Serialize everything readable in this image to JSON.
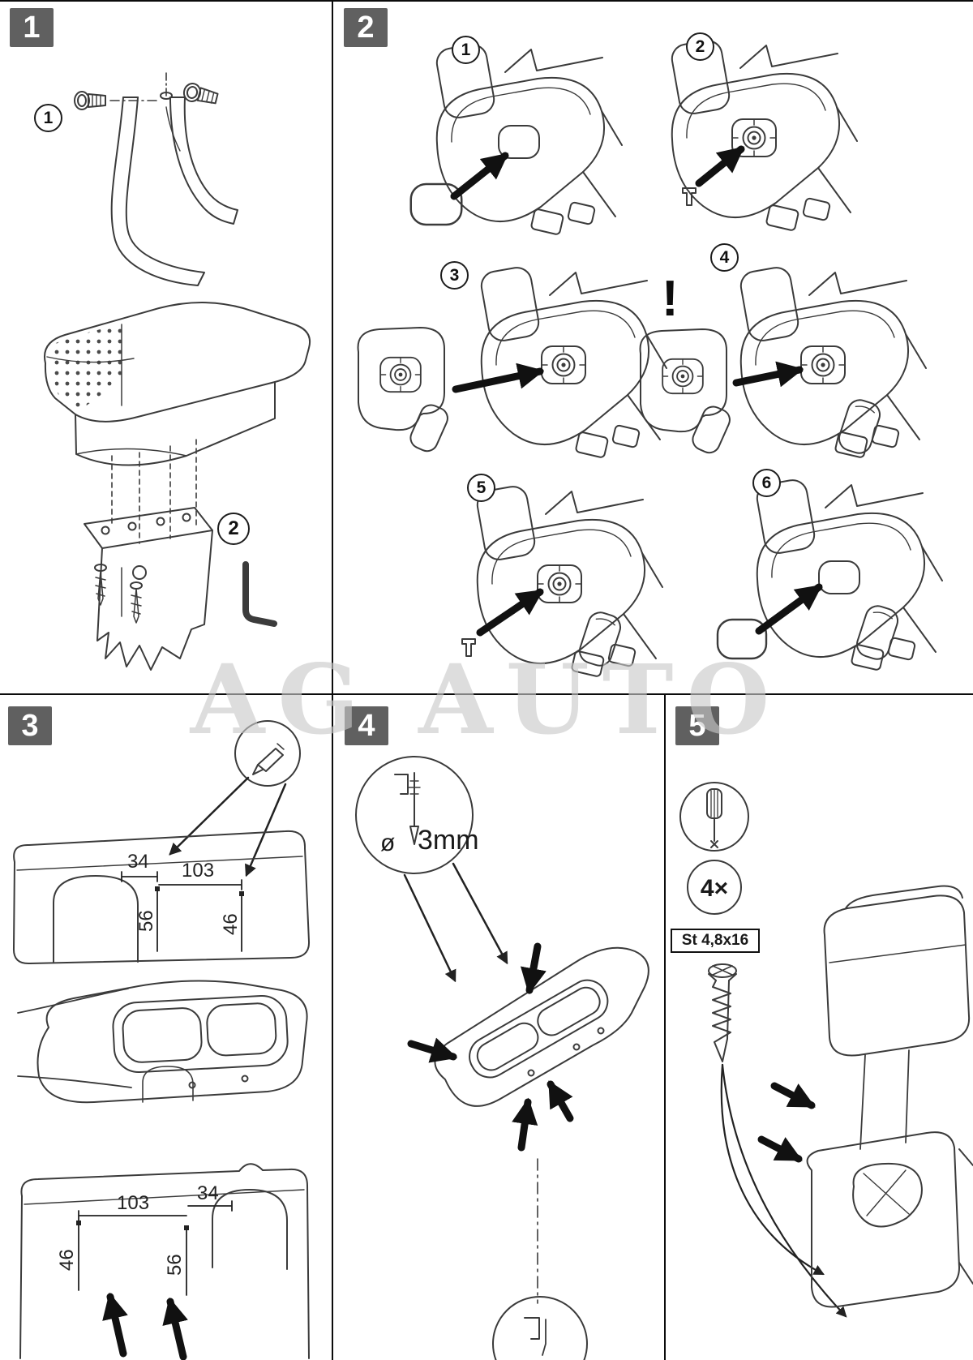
{
  "watermark": "AG AUTO",
  "panel1": {
    "badge": "1",
    "marker1": "1",
    "marker2": "2"
  },
  "panel2": {
    "badge": "2",
    "marker1": "1",
    "marker2": "2",
    "marker3": "3",
    "marker4": "4",
    "marker5": "5",
    "marker6": "6",
    "warning": "!"
  },
  "panel3": {
    "badge": "3",
    "top_width_small": "34",
    "top_width_large": "103",
    "top_height_left": "56",
    "top_height_right": "46",
    "bottom_width_large": "103",
    "bottom_width_small": "34",
    "bottom_height_left": "46",
    "bottom_height_right": "56"
  },
  "panel4": {
    "badge": "4",
    "diameter_symbol": "ø",
    "drill_size": "3mm"
  },
  "panel5": {
    "badge": "5",
    "quantity": "4×",
    "screw_spec": "St 4,8x16"
  }
}
